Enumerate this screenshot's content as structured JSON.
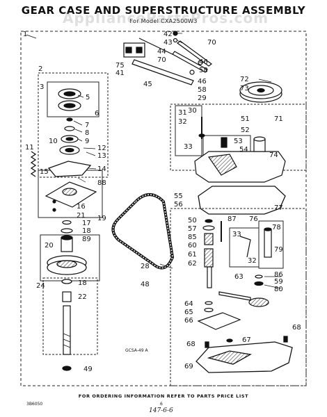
{
  "header": {
    "title": "GEAR CASE AND SUPERSTRUCTURE ASSEMBLY",
    "subtitle": "For Model CXA2500W3",
    "watermark": "AppliancePartsPros.com"
  },
  "footer": {
    "ordering_note": "FOR ORDERING INFORMATION REFER TO PARTS PRICE LIST",
    "page_number": "6",
    "doc_code": "3B6050",
    "handwritten": "147-6-6"
  },
  "diagram_code": "GCSA-49 A",
  "callouts": {
    "c1": "1",
    "c2": "2",
    "c3": "3",
    "c5": "5",
    "c6": "6",
    "c7": "7",
    "c8": "8",
    "c9": "9",
    "c10": "10",
    "c11": "11",
    "c12": "12",
    "c13": "13",
    "c14": "14",
    "c15": "15",
    "c16": "16",
    "c17": "17",
    "c18a": "18",
    "c18b": "18",
    "c19": "19",
    "c20": "20",
    "c21": "21",
    "c22": "22",
    "c24": "24",
    "c28": "28",
    "c29": "29",
    "c30": "30",
    "c31": "31",
    "c32a": "32",
    "c32b": "32",
    "c33a": "33",
    "c33b": "33",
    "c41": "41",
    "c42": "42",
    "c43": "43",
    "c44": "44",
    "c45": "45",
    "c46a": "46",
    "c46b": "46",
    "c48": "48",
    "c49": "49",
    "c50": "50",
    "c51": "51",
    "c52": "52",
    "c53": "53",
    "c54": "54",
    "c55": "55",
    "c56": "56",
    "c57": "57",
    "c58a": "58",
    "c58b": "58",
    "c59": "59",
    "c60": "60",
    "c61": "61",
    "c62": "62",
    "c63": "63",
    "c64": "64",
    "c65": "65",
    "c66": "66",
    "c67": "67",
    "c68a": "68",
    "c68b": "68",
    "c69": "69",
    "c70a": "70",
    "c70b": "70",
    "c71": "71",
    "c72": "72",
    "c73": "73",
    "c74": "74",
    "c75": "75",
    "c76": "76",
    "c77": "77",
    "c78": "78",
    "c79": "79",
    "c80": "80",
    "c85": "85",
    "c86": "86",
    "c87": "87",
    "c88": "88",
    "c89": "89"
  }
}
